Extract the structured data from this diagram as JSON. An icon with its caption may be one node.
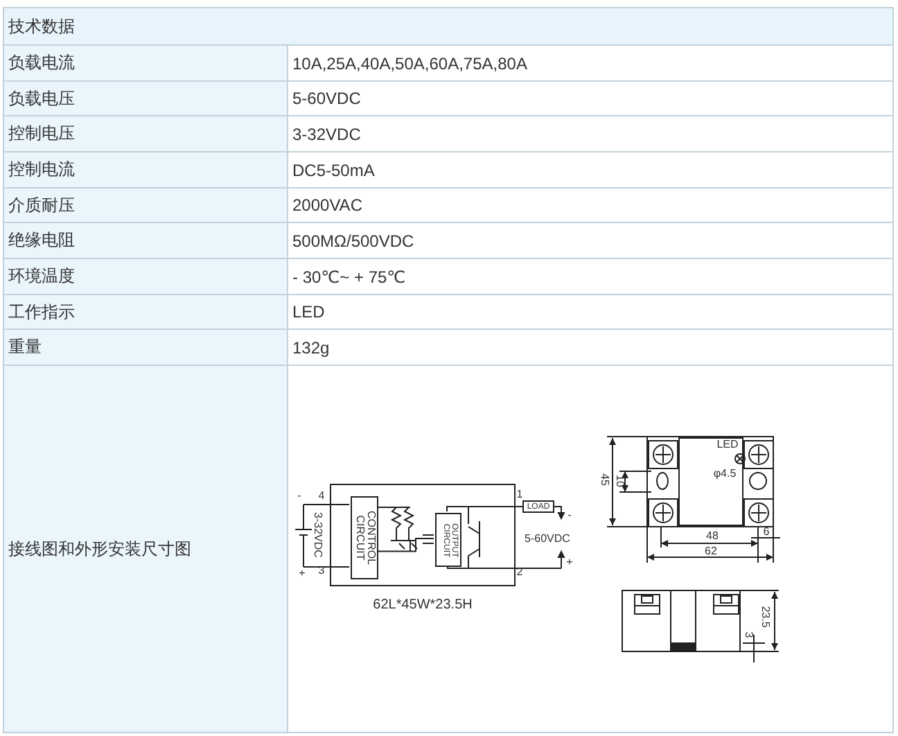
{
  "diagram": {
    "nodes": [
      {
        "text": [],
        "shape": "box"
      },
      {
        "text": [
          "CONTROL CIRCUIT"
        ],
        "in": 0
      },
      {
        "text": [
          "OUTPUT CIRCUIT"
        ],
        "in": 0
      },
      {
        "text": [
          "LOAD"
        ]
      }
    ],
    "edges": [
      {
        "from": 1,
        "to": 2,
        "arrow": "none"
      },
      {
        "from": 2,
        "to": 3,
        "arrow": "none"
      }
    ],
    "labels": [
      "技术数据",
      "负载电流",
      "10A,25A,40A,50A,60A,75A,80A",
      "负载电压",
      "5-60VDC",
      "控制电压",
      "3-32VDC",
      "控制电流",
      "DC5-50mA",
      "介质耐压",
      "2000VAC",
      "绝缘电阻",
      "500MΩ/500VDC",
      "环境温度",
      "- 30℃~ + 75℃",
      "工作指示",
      "LED",
      "重量",
      "132g",
      "接线图和外形安装尺寸图",
      "-",
      "4",
      "3-32VDC",
      "+",
      "3",
      "1",
      "-",
      "5-60VDC",
      "+",
      "2",
      "62L*45W*23.5H",
      "45",
      "10",
      "LED",
      "φ4.5",
      "48",
      "6",
      "62",
      "23.5",
      "3"
    ]
  }
}
